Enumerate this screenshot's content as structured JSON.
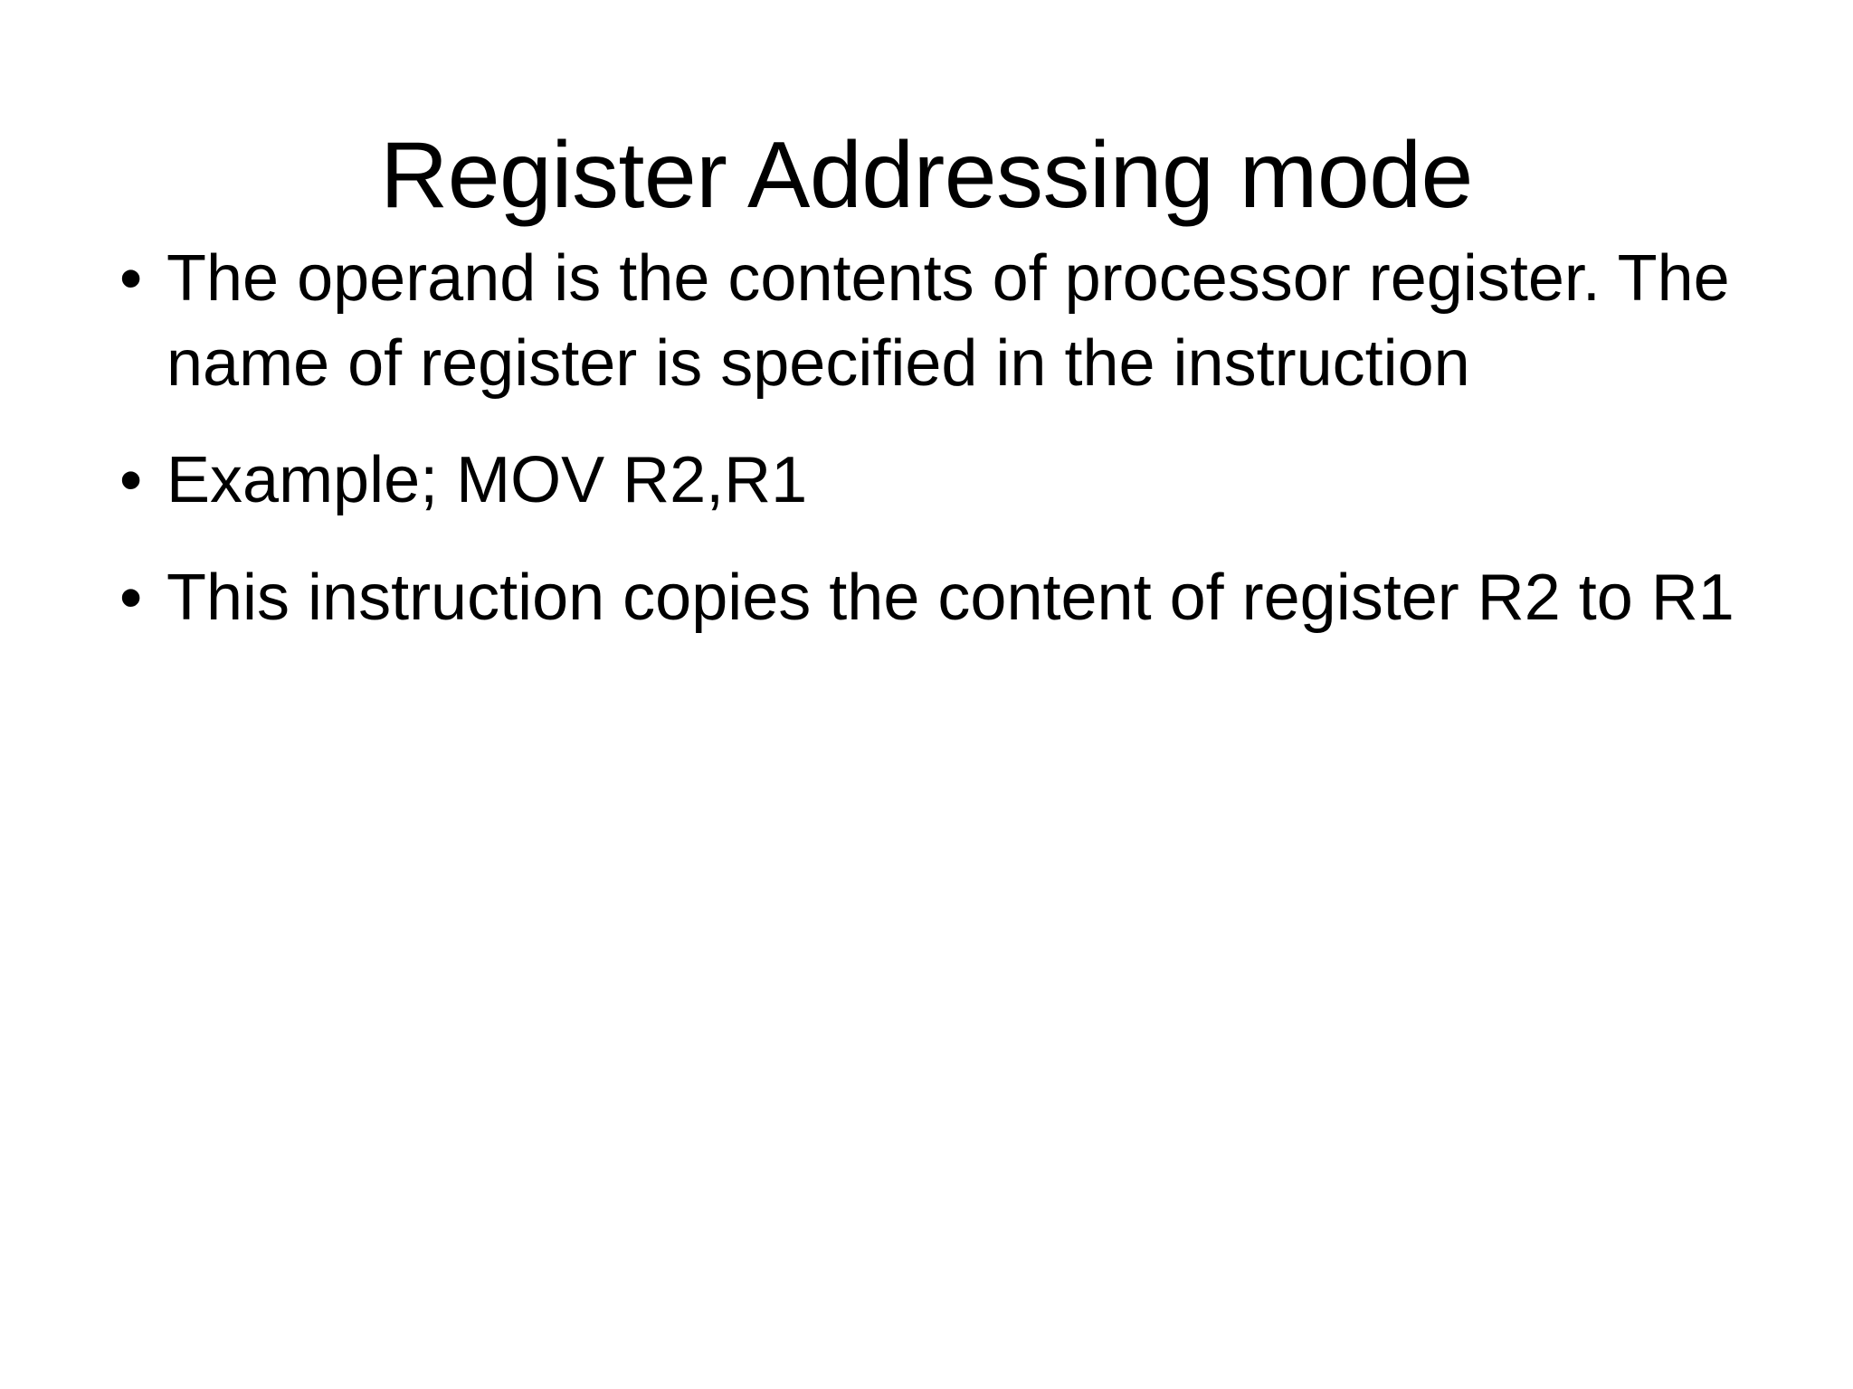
{
  "slide": {
    "title": "Register Addressing mode",
    "background_color": "#ffffff",
    "text_color": "#000000",
    "bullet_glyph": "•",
    "bullets": [
      {
        "marker": "•",
        "text": "The operand is the contents of processor register. The name of register is specified in the instruction"
      },
      {
        "marker": "•",
        "text": "Example; MOV R2,R1"
      },
      {
        "marker": "•",
        "text": "This instruction copies the content of register R2 to R1"
      }
    ]
  }
}
